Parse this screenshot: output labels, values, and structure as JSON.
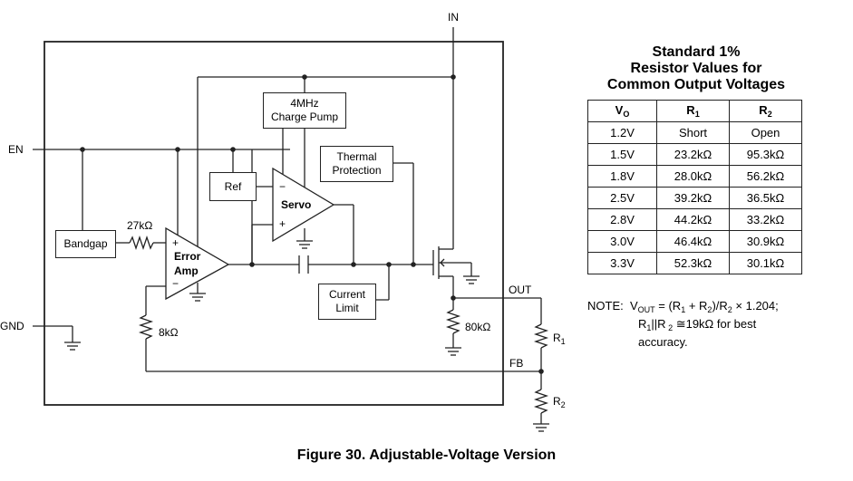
{
  "pins": {
    "in": "IN",
    "en": "EN",
    "gnd": "GND",
    "out": "OUT",
    "fb": "FB"
  },
  "blocks": {
    "charge_pump": [
      "4MHz",
      "Charge Pump"
    ],
    "thermal": [
      "Thermal",
      "Protection"
    ],
    "ref": "Ref",
    "servo": "Servo",
    "bandgap": "Bandgap",
    "error_amp": [
      "Error",
      "Amp"
    ],
    "current_limit": [
      "Current",
      "Limit"
    ]
  },
  "components": {
    "r_27k": "27kΩ",
    "r_8k": "8kΩ",
    "r_80k": "80kΩ",
    "r1_letter": "R",
    "r1_sub": "1",
    "r2_letter": "R",
    "r2_sub": "2"
  },
  "signs": {
    "plus": "+",
    "minus": "−"
  },
  "table": {
    "title": [
      "Standard 1%",
      "Resistor Values for",
      "Common Output Voltages"
    ],
    "headers": [
      {
        "main": "V",
        "sub": "O"
      },
      {
        "main": "R",
        "sub": "1"
      },
      {
        "main": "R",
        "sub": "2"
      }
    ],
    "rows": [
      [
        "1.2V",
        "Short",
        "Open"
      ],
      [
        "1.5V",
        "23.2kΩ",
        "95.3kΩ"
      ],
      [
        "1.8V",
        "28.0kΩ",
        "56.2kΩ"
      ],
      [
        "2.5V",
        "39.2kΩ",
        "36.5kΩ"
      ],
      [
        "2.8V",
        "44.2kΩ",
        "33.2kΩ"
      ],
      [
        "3.0V",
        "46.4kΩ",
        "30.9kΩ"
      ],
      [
        "3.3V",
        "52.3kΩ",
        "30.1kΩ"
      ]
    ]
  },
  "note": {
    "prefix": "NOTE:",
    "line1": "V",
    "line1_sub": "OUT",
    "line1_rest": " = (R",
    "line1_sub2": "1",
    "line1_mid": " + R",
    "line1_sub3": "2",
    "line1_mid2": ")/R",
    "line1_sub4": "2",
    "line1_end": " × 1.204;",
    "line2_a": "R",
    "line2_sub1": "1",
    "line2_b": "||R",
    "line2_sub2": " 2",
    "line2_c": " ≅19kΩ for best",
    "line3": "accuracy."
  },
  "caption": "Figure 30.  Adjustable-Voltage Version"
}
